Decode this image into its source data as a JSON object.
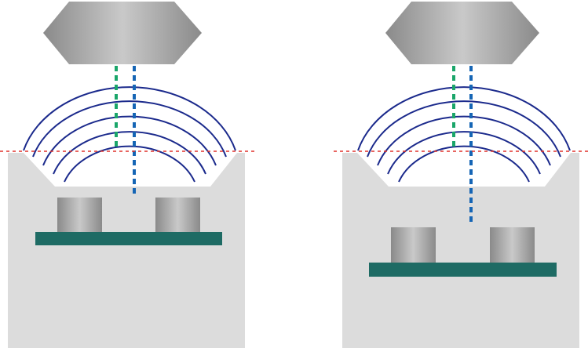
{
  "diagram": {
    "panels": [
      {
        "id": "left",
        "component_lift": "raised"
      },
      {
        "id": "right",
        "component_lift": "lowered"
      }
    ],
    "colors": {
      "background": "#ffffff",
      "enclosure": "#dcdcdc",
      "pcb": "#1e6b64",
      "wave_arcs": "#1b2a8c",
      "green_beam": "#1aa66a",
      "blue_beam": "#1565b5",
      "reference_line": "#e0322b",
      "metal_dark": "#8a8a8a",
      "metal_light": "#c9c9c9"
    },
    "icons": [
      "sensor-head-icon",
      "component-cylinder-icon"
    ]
  }
}
